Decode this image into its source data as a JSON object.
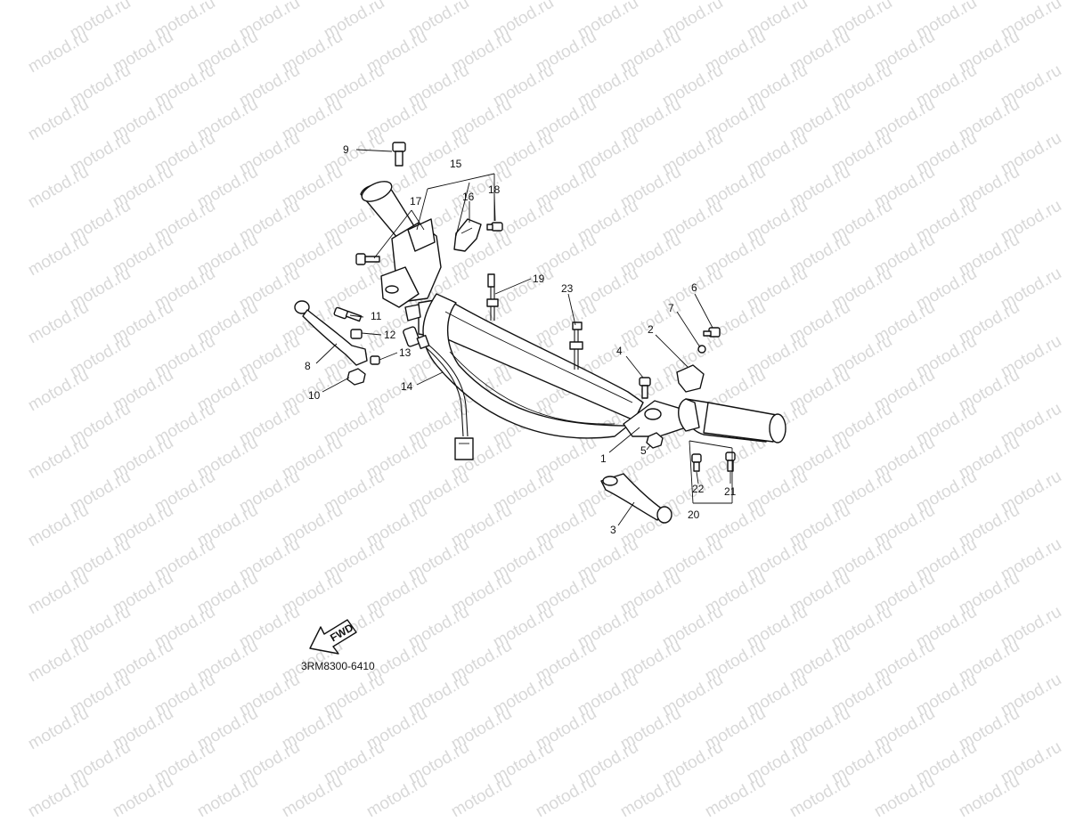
{
  "watermark_text": "motod.ru",
  "drawing_code": "3RM8300-6410",
  "fwd_label": "FWD",
  "callouts": [
    "1",
    "2",
    "3",
    "4",
    "5",
    "6",
    "7",
    "8",
    "9",
    "10",
    "11",
    "12",
    "13",
    "14",
    "15",
    "16",
    "17",
    "18",
    "19",
    "20",
    "21",
    "22",
    "23"
  ]
}
